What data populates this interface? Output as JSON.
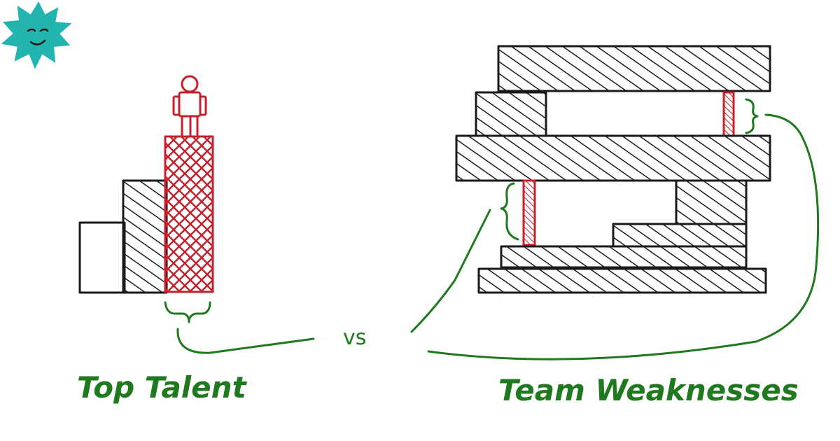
{
  "labels": {
    "left": "Top Talent",
    "right": "Team Weaknesses",
    "versus": "vs"
  },
  "icons": {
    "mascot": "smiling-star-icon"
  },
  "colors": {
    "ink": "#1a1a1a",
    "accent_red": "#c8202a",
    "annotation_green": "#1f7a1f",
    "mascot_teal": "#22b5b0"
  }
}
